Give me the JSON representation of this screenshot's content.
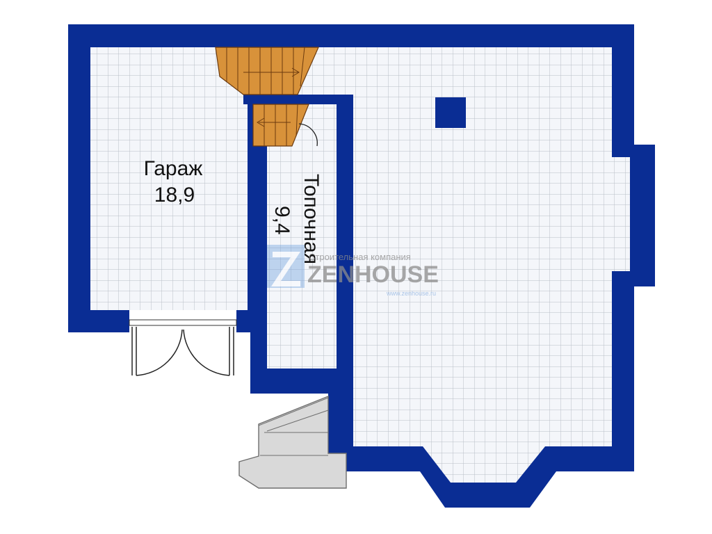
{
  "colors": {
    "wall": "#0a2d94",
    "floor": "#f4f6fa",
    "grid": "#b9bec7",
    "stair": "#d8923a",
    "stair_line": "#6b3a0e",
    "porch": "#d9d9d9",
    "porch_stroke": "#6e6e6e",
    "watermark_blue": "#6fa0dc",
    "watermark_gray": "#8c8c8c"
  },
  "rooms": {
    "garage": {
      "name": "Гараж",
      "area": "18,9"
    },
    "boiler": {
      "name": "Топочная",
      "area": "9,4"
    }
  },
  "watermark": {
    "tagline": "Строительная компания",
    "brand": "ZENHOUSE",
    "url": "www.zenhouse.ru"
  }
}
